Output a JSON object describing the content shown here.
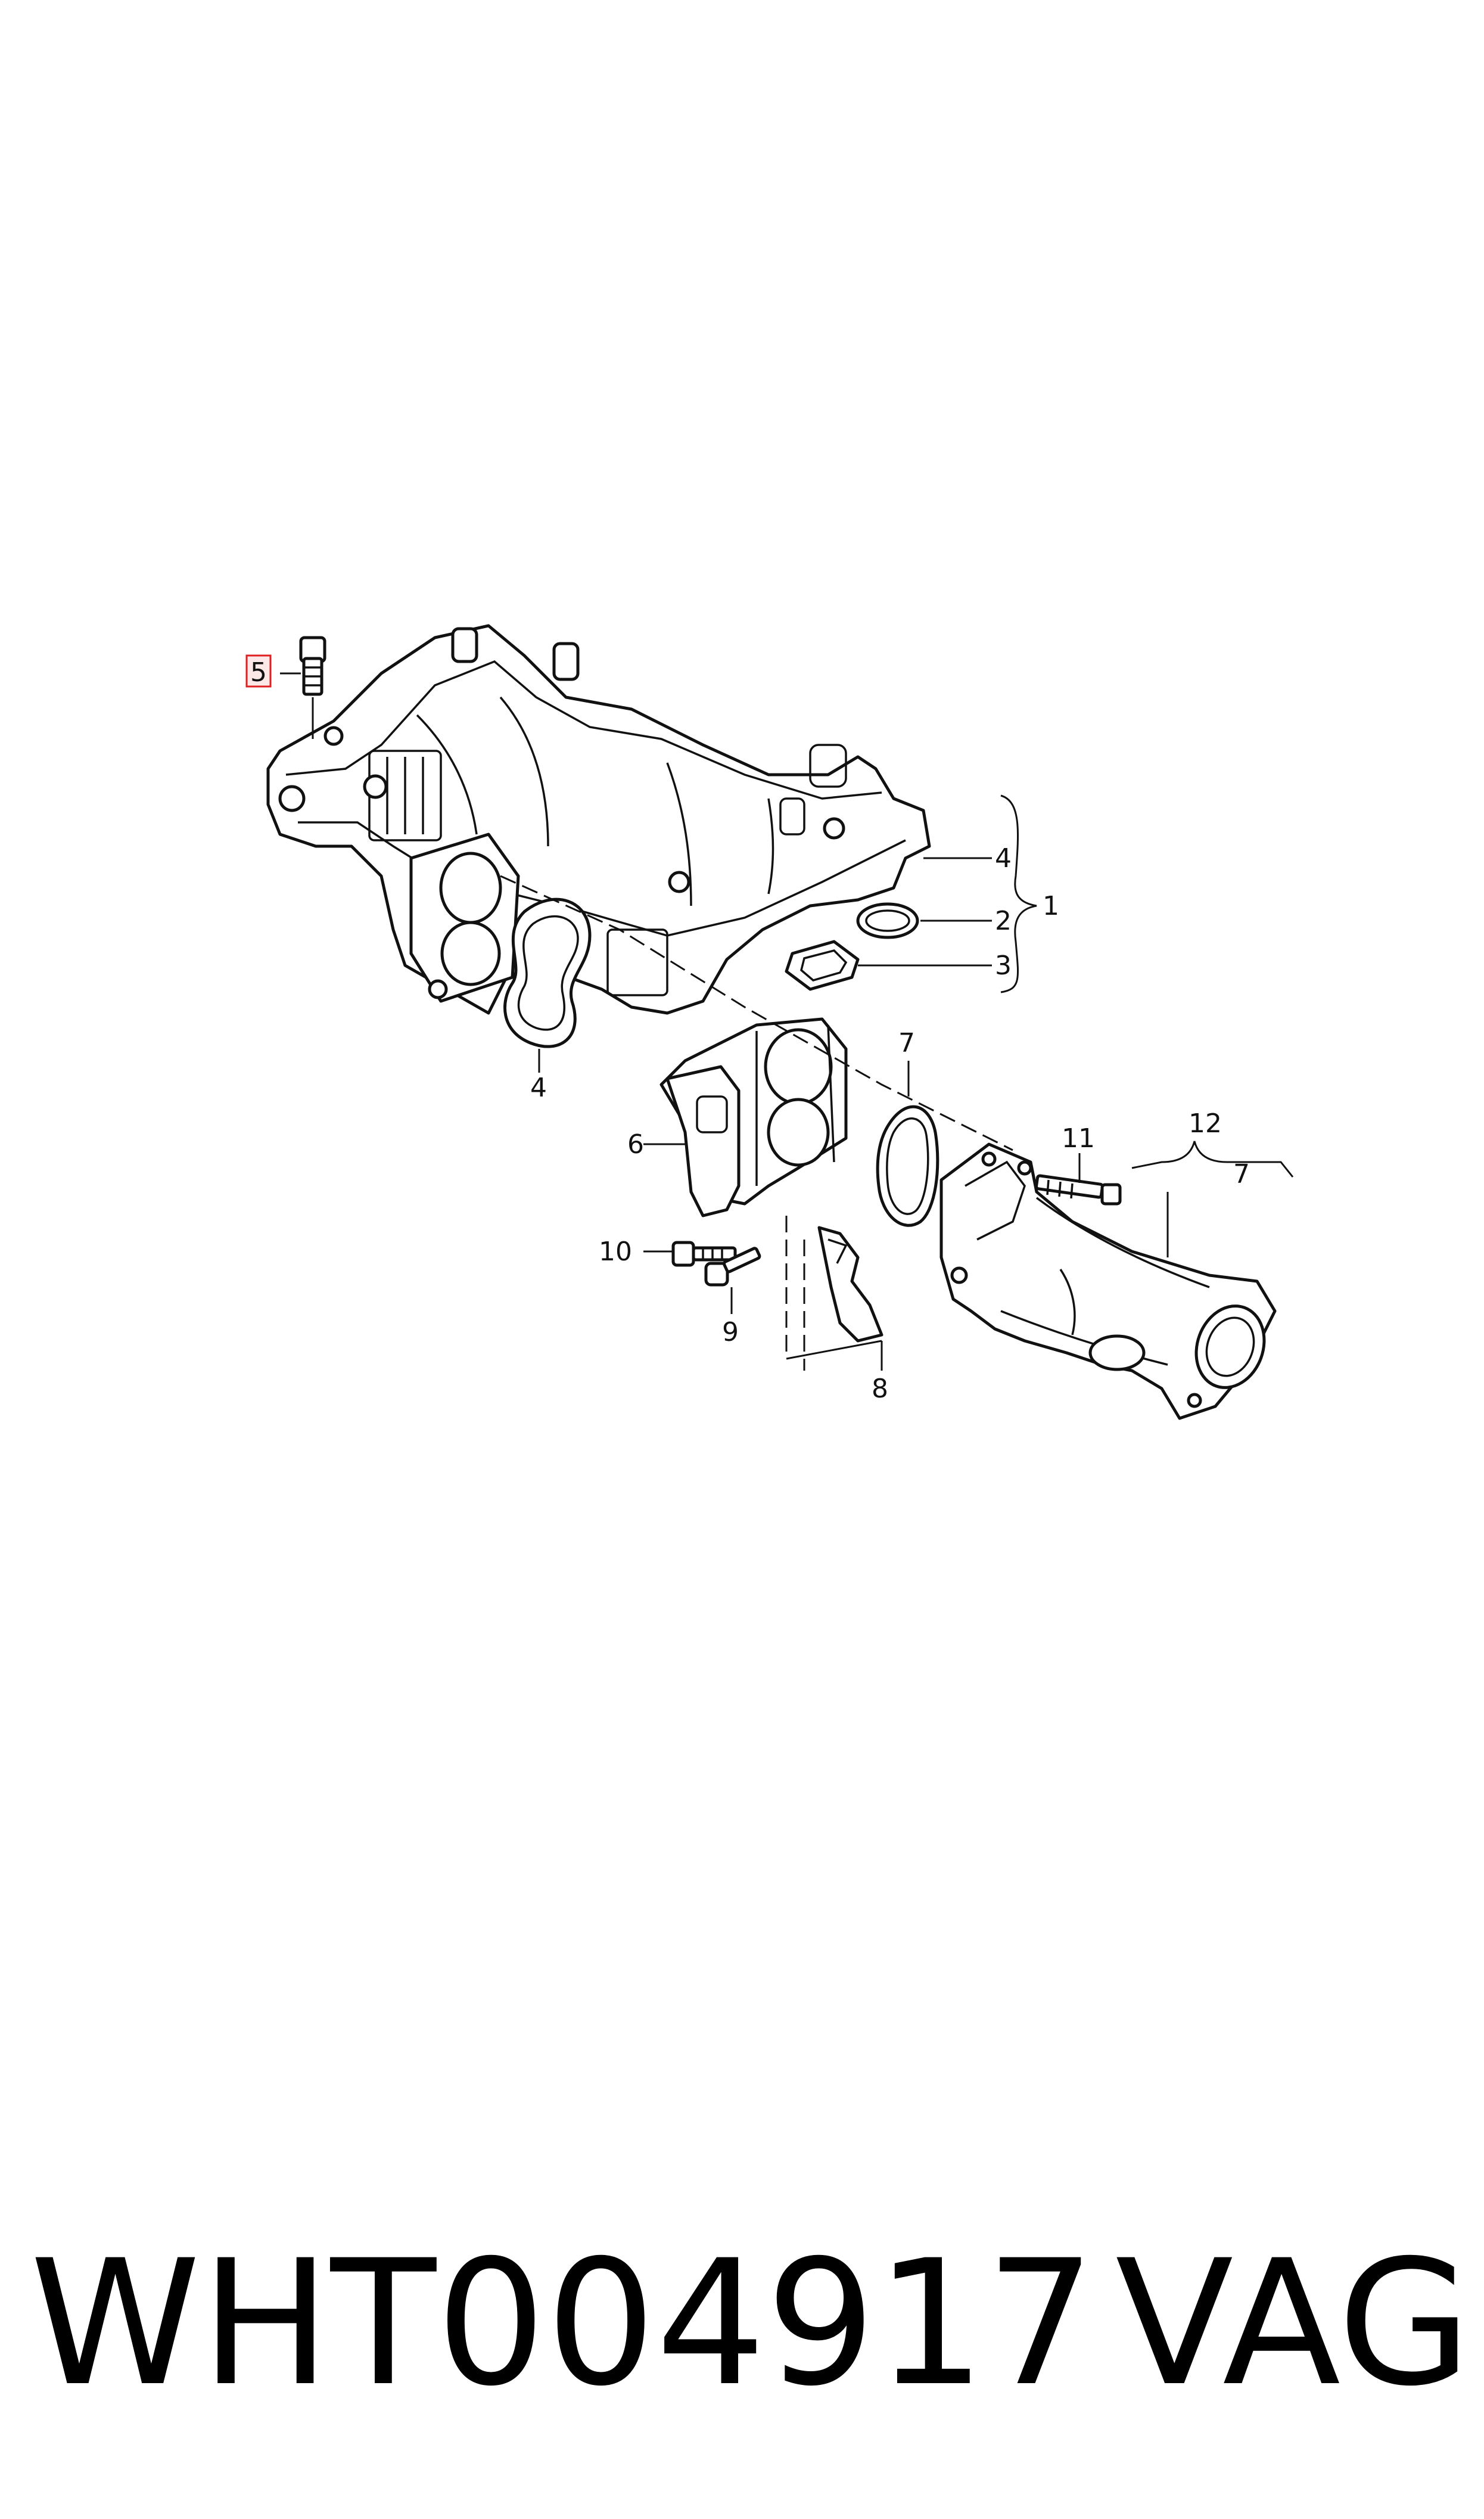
{
  "callouts": {
    "c1": "1",
    "c2": "2",
    "c3": "3",
    "c4a": "4",
    "c4b": "4",
    "c5": "5",
    "c6": "6",
    "c7a": "7",
    "c7b": "7",
    "c8": "8",
    "c9": "9",
    "c10": "10",
    "c11": "11",
    "c12": "12"
  },
  "highlighted_callout": "5",
  "highlight_color": "#e02020",
  "footer": {
    "part_number": "WHT004917",
    "brand": "VAG"
  }
}
